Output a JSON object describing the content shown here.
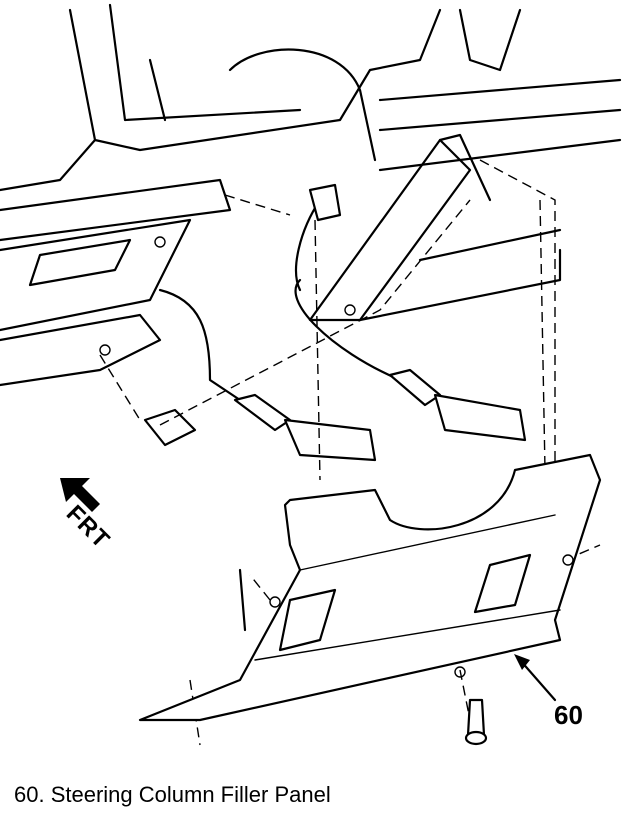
{
  "diagram": {
    "callout_number": "60",
    "direction_label": "FRT",
    "caption": "60.  Steering Column Filler Panel"
  }
}
